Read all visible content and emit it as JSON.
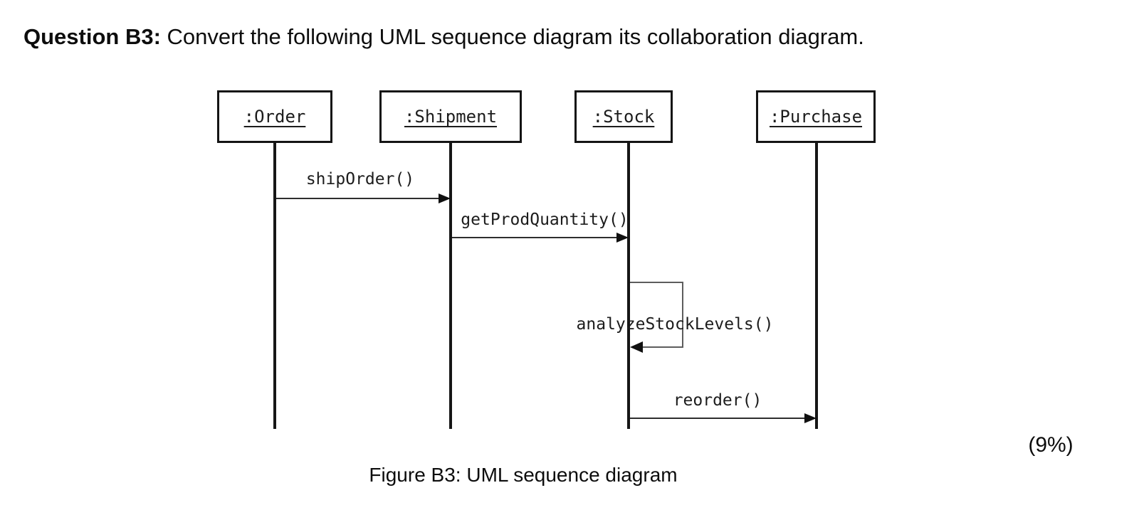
{
  "question": {
    "label": "Question B3:",
    "text": " Convert the following UML sequence diagram its collaboration diagram.",
    "marks": "(9%)"
  },
  "figure": {
    "caption": "Figure B3: UML sequence diagram"
  },
  "diagram": {
    "type": "uml-sequence-diagram",
    "lifelines": [
      {
        "name": ":Order"
      },
      {
        "name": ":Shipment"
      },
      {
        "name": ":Stock"
      },
      {
        "name": ":Purchase"
      }
    ],
    "messages": [
      {
        "label": "shipOrder()",
        "from": ":Order",
        "to": ":Shipment",
        "kind": "sync"
      },
      {
        "label": "getProdQuantity()",
        "from": ":Shipment",
        "to": ":Stock",
        "kind": "sync"
      },
      {
        "label": "analyzeStockLevels()",
        "from": ":Stock",
        "to": ":Stock",
        "kind": "self"
      },
      {
        "label": "reorder()",
        "from": ":Stock",
        "to": ":Purchase",
        "kind": "sync"
      }
    ]
  }
}
